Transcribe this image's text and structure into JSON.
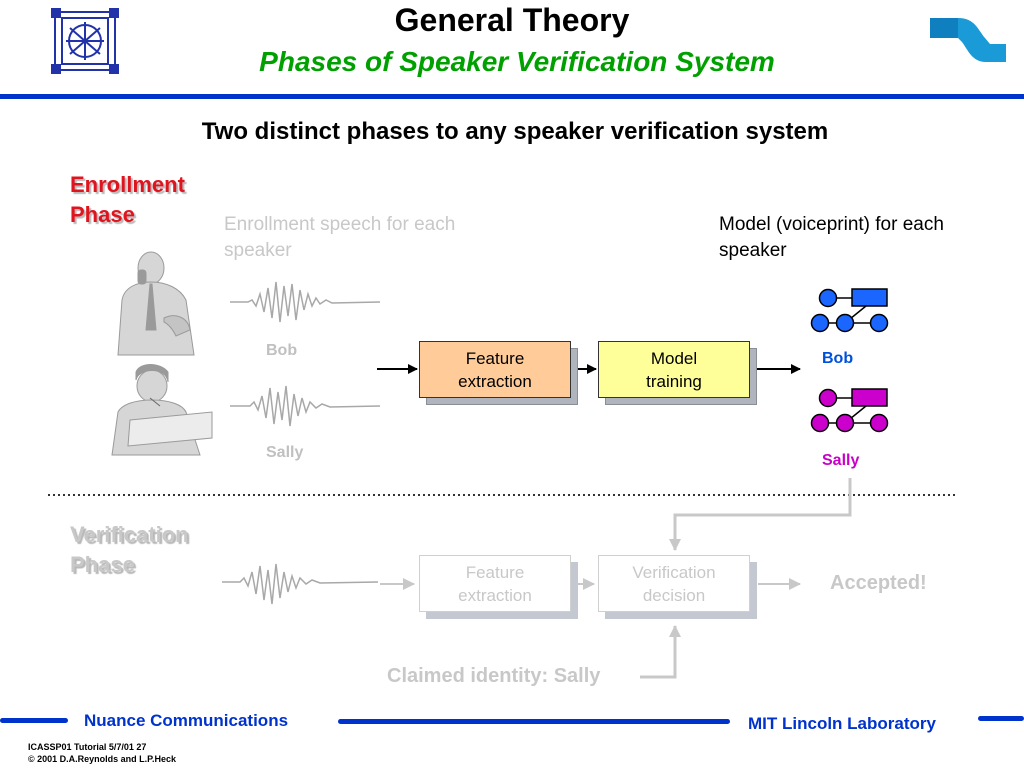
{
  "header": {
    "title": "General Theory",
    "subtitle": "Phases of Speaker Verification System"
  },
  "intro": "Two distinct phases to any speaker verification system",
  "enrollment": {
    "phase_label": "Enrollment Phase",
    "speech_caption": "Enrollment speech for each speaker",
    "model_caption": "Model (voiceprint) for each speaker",
    "speakers": [
      "Bob",
      "Sally"
    ],
    "feature_box": "Feature extraction",
    "training_box": "Model training",
    "models": [
      {
        "name": "Bob",
        "color": "#1a66ff"
      },
      {
        "name": "Sally",
        "color": "#cc00cc"
      }
    ]
  },
  "verification": {
    "phase_label": "Verification Phase",
    "feature_box": "Feature extraction",
    "decision_box": "Verification decision",
    "result": "Accepted!",
    "claim": "Claimed identity: Sally"
  },
  "footer": {
    "left": "Nuance Communications",
    "right": "MIT Lincoln Laboratory",
    "note1": "ICASSP01 Tutorial  5/7/01 27",
    "note2": "© 2001 D.A.Reynolds and L.P.Heck"
  },
  "colors": {
    "rule": "#0033cc",
    "title_green": "#00a000",
    "enroll_red": "#e0141e",
    "inactive_grey": "#c8c8c8"
  }
}
